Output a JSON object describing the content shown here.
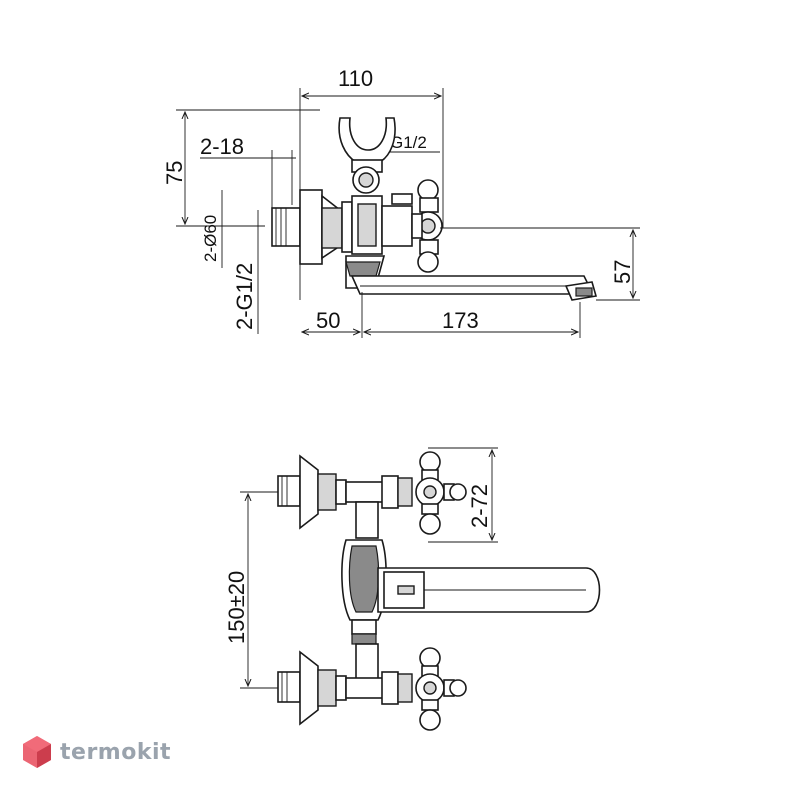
{
  "top_view": {
    "dim_width": "110",
    "dim_height": "75",
    "dim_offset": "2-18",
    "dim_thread_top": "G1/2",
    "dim_diameter": "2-Ø60",
    "dim_inlet_thread": "2-G1/2",
    "dim_body": "50",
    "dim_spout": "173",
    "dim_spout_height": "57"
  },
  "front_view": {
    "dim_handles": "2-72",
    "dim_centers": "150±20"
  },
  "brand": {
    "name": "termokit",
    "logo_color": "#e84a5a"
  }
}
